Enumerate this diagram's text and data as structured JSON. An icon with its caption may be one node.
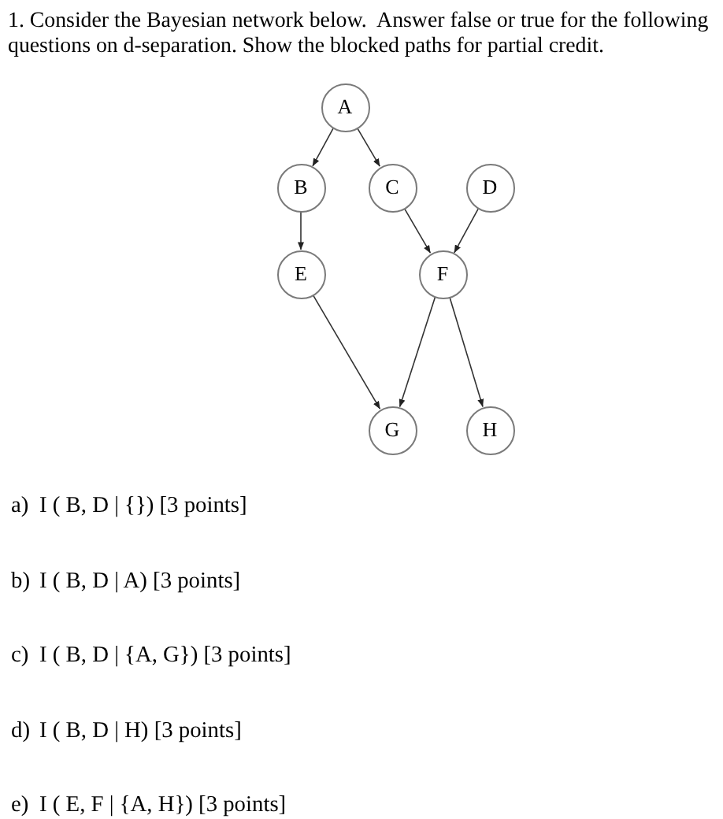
{
  "diagram": {
    "title": "1. Consider the Bayesian network below.  Answer false or true for the following questions on d-separation. Show the blocked paths for partial credit.",
    "nodes": [
      {
        "text": [
          "A"
        ]
      },
      {
        "text": [
          "B"
        ]
      },
      {
        "text": [
          "C"
        ]
      },
      {
        "text": [
          "D"
        ]
      },
      {
        "text": [
          "E"
        ]
      },
      {
        "text": [
          "F"
        ]
      },
      {
        "text": [
          "G"
        ]
      },
      {
        "text": [
          "H"
        ]
      }
    ],
    "edges": [
      {
        "from": 0,
        "to": 1,
        "arrow": "to"
      },
      {
        "from": 0,
        "to": 2,
        "arrow": "to"
      },
      {
        "from": 1,
        "to": 4,
        "arrow": "to"
      },
      {
        "from": 2,
        "to": 5,
        "arrow": "to"
      },
      {
        "from": 3,
        "to": 5,
        "arrow": "to"
      },
      {
        "from": 4,
        "to": 6,
        "arrow": "to"
      },
      {
        "from": 5,
        "to": 6,
        "arrow": "to"
      },
      {
        "from": 5,
        "to": 7,
        "arrow": "to"
      }
    ],
    "labels": [
      "a)",
      "I ( B, D | {}) [3 points]",
      "b)",
      "I ( B, D | A) [3 points]",
      "c)",
      "I ( B, D | {A, G}) [3 points]",
      "d)",
      "I ( B, D | H) [3 points]",
      "e)",
      "I ( E, F | {A, H}) [3 points]"
    ]
  }
}
